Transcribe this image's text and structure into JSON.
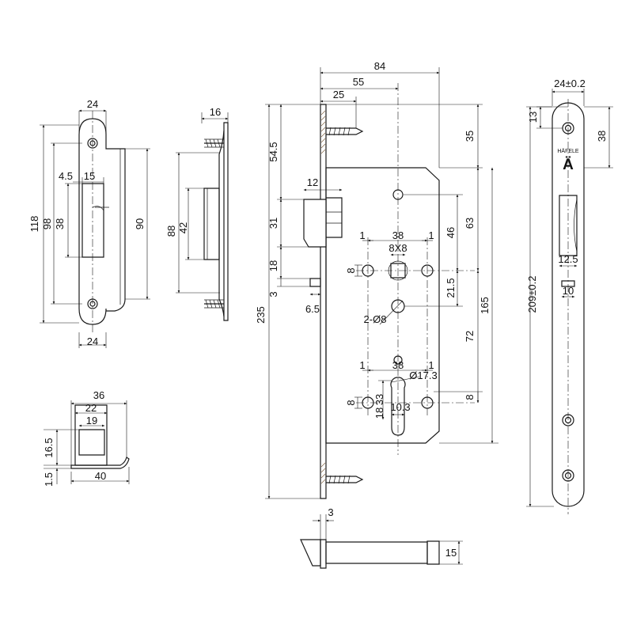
{
  "strike_plate": {
    "width_top": "24",
    "hole_offset": "4.5",
    "slot_width": "15",
    "height_overall": "118",
    "height_mid": "98",
    "slot_height": "38",
    "lip_height": "90",
    "width_bottom": "24"
  },
  "side_strike": {
    "thickness": "16",
    "height": "88",
    "pocket": "42"
  },
  "strike_box": {
    "width_outer": "36",
    "width_mid": "22",
    "width_inner": "19",
    "height": "16.5",
    "lip": "1.5",
    "length": "40"
  },
  "lock_body": {
    "overall_width": "84",
    "backset": "55",
    "lip_offset": "25",
    "top_offset": "54.5",
    "top_to_spindle": "35",
    "latch_width": "12",
    "latch_height": "31",
    "deadbolt_height": "18",
    "gap": "3",
    "lip_depth": "6.5",
    "overall_height": "235",
    "hole_left_1": "1",
    "spindle_center": "38",
    "hole_right_1": "1",
    "spindle_square": "8X8",
    "upper_offset": "46",
    "upper_total": "63",
    "hole_dia_small": "8",
    "spindle_to_hole": "21.5",
    "screw_holes": "2-Ø8",
    "body_height": "165",
    "center_distance": "72",
    "hole_left_2": "1",
    "cylinder_center": "38",
    "hole_right_2": "1",
    "cylinder_dia": "Ø17.3",
    "hole_dia_lower": "8",
    "cylinder_a": "33",
    "cylinder_b": "18",
    "cylinder_width": "10.3",
    "hole_dia_right": "8"
  },
  "faceplate": {
    "width": "24±0.2",
    "top_margin": "13",
    "top_to_hole": "38",
    "brand": "HÄFELE",
    "brand_mark": "Ä",
    "latch_width": "12.5",
    "bolt_width": "10",
    "length": "209±0.2"
  },
  "bolt_detail": {
    "thickness": "3",
    "height": "15"
  }
}
